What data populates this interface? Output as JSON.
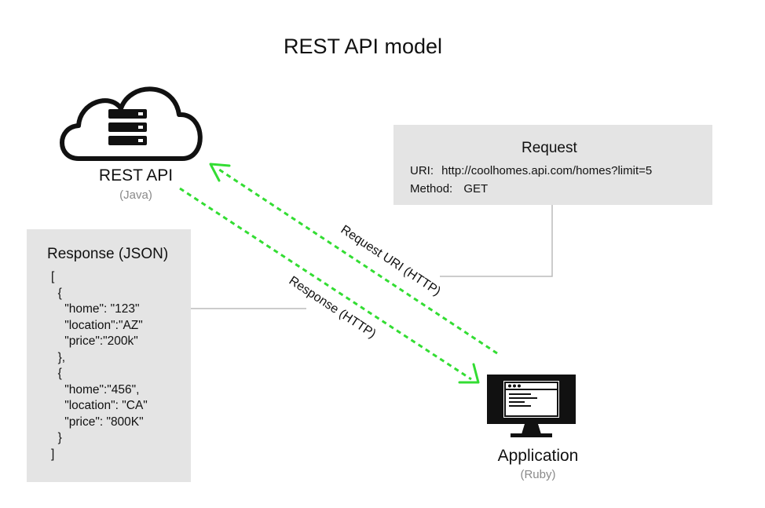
{
  "title": "REST API model",
  "server": {
    "label": "REST API",
    "sublabel": "(Java)"
  },
  "client": {
    "label": "Application",
    "sublabel": "(Ruby)"
  },
  "request_box": {
    "heading": "Request",
    "uri_label": "URI:",
    "uri_value": "http://coolhomes.api.com/homes?limit=5",
    "method_label": "Method:",
    "method_value": "GET"
  },
  "response_box": {
    "heading": "Response (JSON)",
    "lines": [
      "[",
      "  {",
      "    \"home\": \"123\"",
      "    \"location\":\"AZ\"",
      "    \"price\":\"200k\"",
      "  },",
      "  {",
      "    \"home\":\"456\",",
      "    \"location\": \"CA\"",
      "    \"price\": \"800K\"",
      "  }",
      "]"
    ]
  },
  "arrows": {
    "request_label": "Request URI (HTTP)",
    "response_label": "Response (HTTP)"
  },
  "colors": {
    "arrow": "#33dd33",
    "box_fill": "#e4e4e4",
    "connector": "#bbbbbb",
    "sublabel": "#8a8a8a"
  },
  "icons": {
    "server": "cloud-server-icon",
    "client": "monitor-window-icon"
  }
}
